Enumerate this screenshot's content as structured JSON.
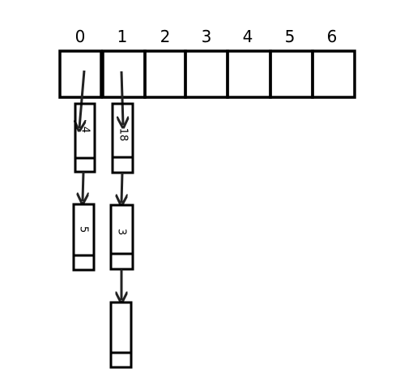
{
  "array": {
    "indices": [
      "0",
      "1",
      "2",
      "3",
      "4",
      "5",
      "6"
    ]
  },
  "chains": [
    {
      "bucket": "0",
      "nodes": [
        {
          "value": "4"
        },
        {
          "value": "5"
        }
      ]
    },
    {
      "bucket": "1",
      "nodes": [
        {
          "value": "18"
        },
        {
          "value": "3"
        },
        {
          "value": ""
        }
      ]
    }
  ],
  "colors": {
    "stroke": "#000000",
    "arrow": "#222222",
    "background": "#ffffff"
  }
}
